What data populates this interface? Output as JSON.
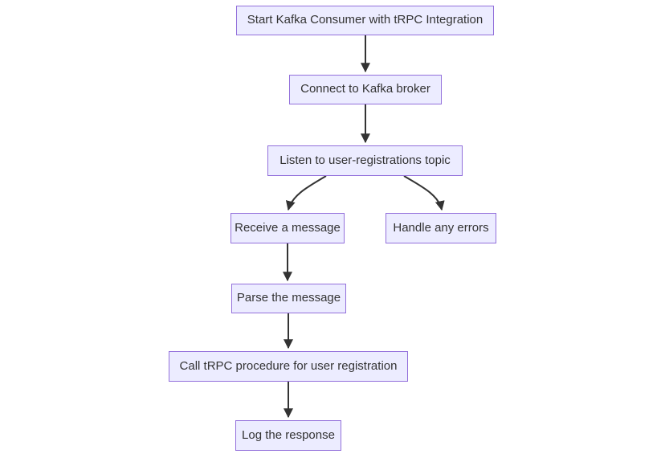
{
  "diagram": {
    "type": "flowchart",
    "direction": "top-down",
    "background": "#ffffff",
    "node_style": {
      "fill": "#ECECFF",
      "border": "#9370DB",
      "text_color": "#333333"
    },
    "edge_style": {
      "color": "#333333",
      "arrowhead": "filled-triangle"
    },
    "nodes": [
      {
        "id": "A",
        "label": "Start Kafka Consumer with tRPC Integration"
      },
      {
        "id": "B",
        "label": "Connect to Kafka broker"
      },
      {
        "id": "C",
        "label": "Listen to user-registrations topic"
      },
      {
        "id": "D",
        "label": "Receive a message"
      },
      {
        "id": "E",
        "label": "Handle any errors"
      },
      {
        "id": "F",
        "label": "Parse the message"
      },
      {
        "id": "G",
        "label": "Call tRPC procedure for user registration"
      },
      {
        "id": "H",
        "label": "Log the response"
      }
    ],
    "edges": [
      {
        "from": "A",
        "to": "B"
      },
      {
        "from": "B",
        "to": "C"
      },
      {
        "from": "C",
        "to": "D"
      },
      {
        "from": "C",
        "to": "E"
      },
      {
        "from": "D",
        "to": "F"
      },
      {
        "from": "F",
        "to": "G"
      },
      {
        "from": "G",
        "to": "H"
      }
    ]
  }
}
